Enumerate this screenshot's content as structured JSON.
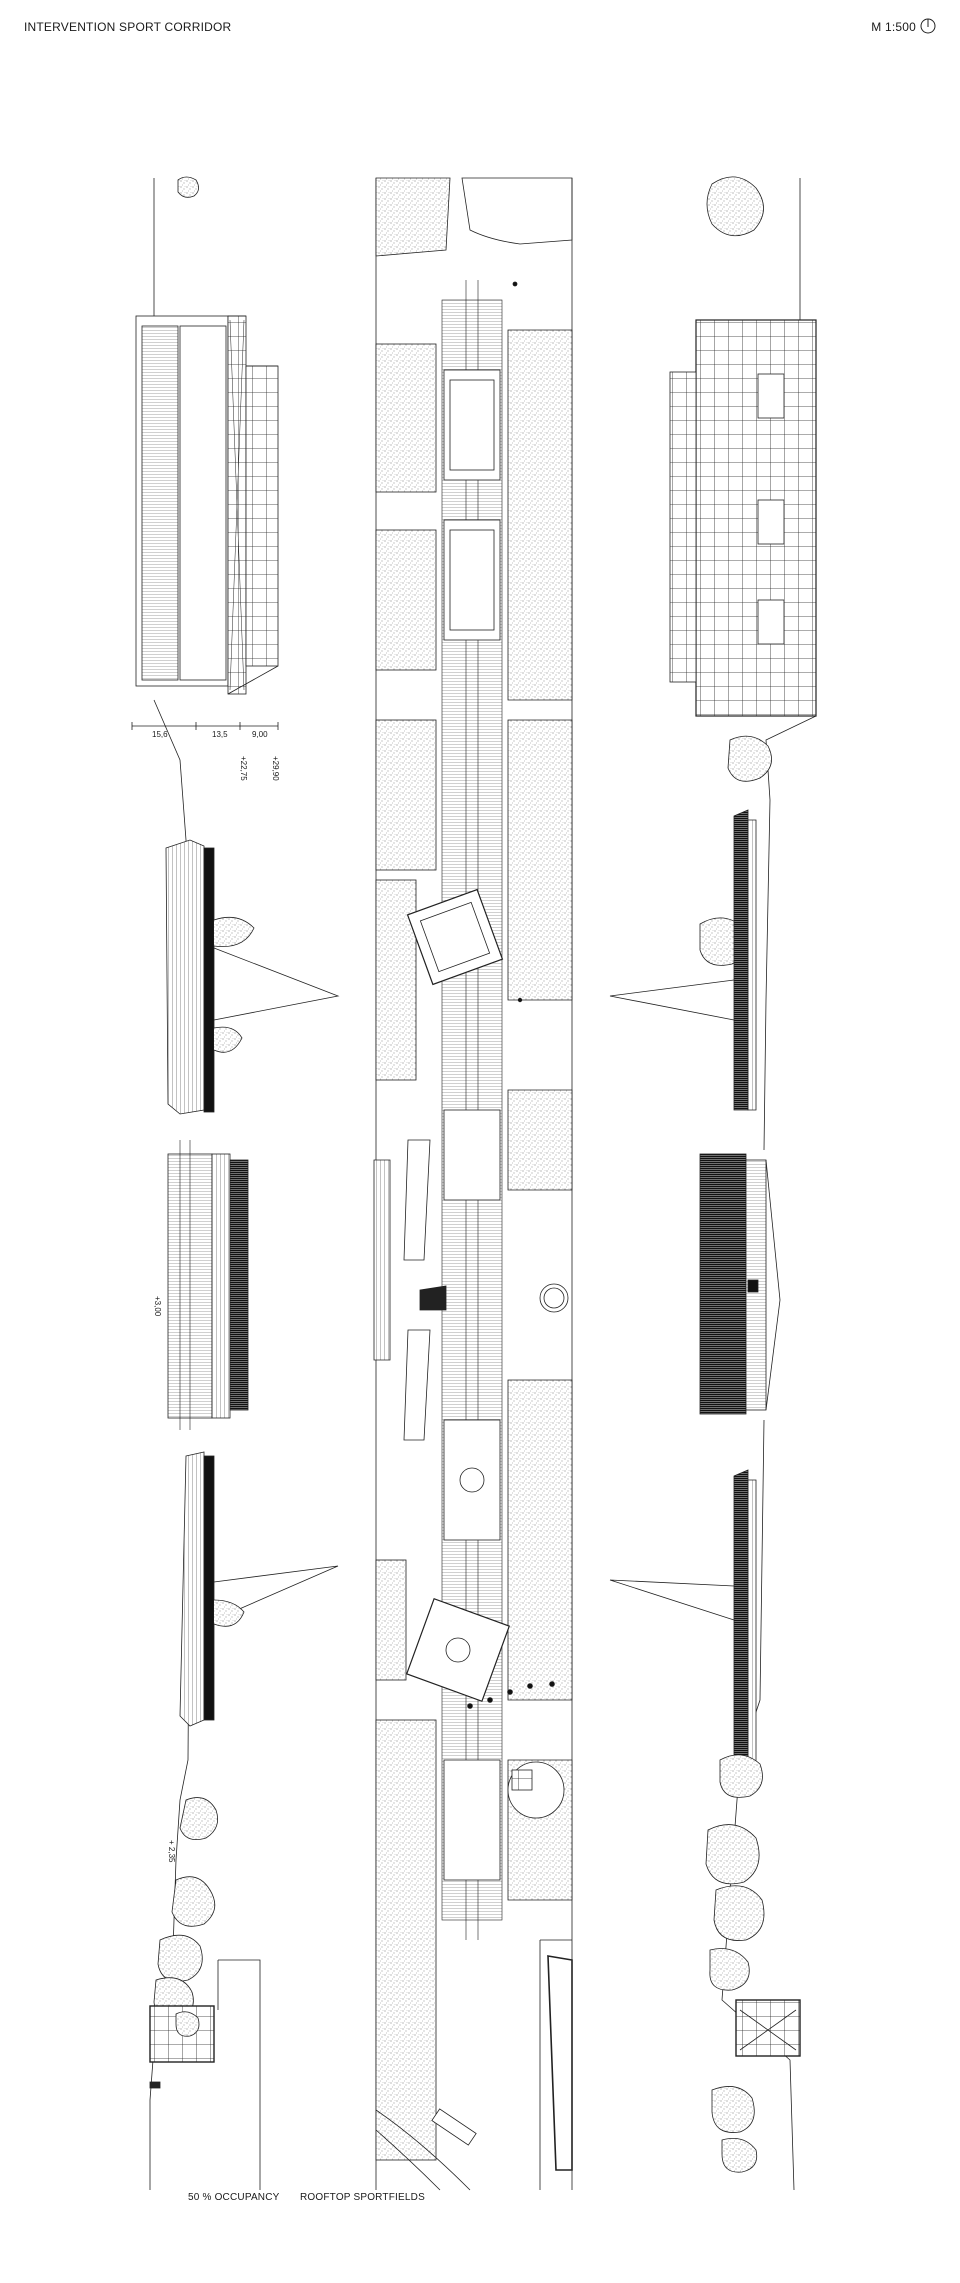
{
  "header": {
    "title": "INTERVENTION SPORT CORRIDOR",
    "scale": "M 1:500"
  },
  "drawings": {
    "left_section": {
      "dimensions": [
        "15,6",
        "13,5",
        "9,00"
      ],
      "levels": [
        "+22,75",
        "+29,90",
        "+3,00",
        "+ 2,35"
      ]
    },
    "captions": {
      "left": "50 % OCCUPANCY",
      "center": "ROOFTOP SPORTFIELDS"
    }
  },
  "icons": {
    "north_arrow": "north-arrow-icon"
  }
}
